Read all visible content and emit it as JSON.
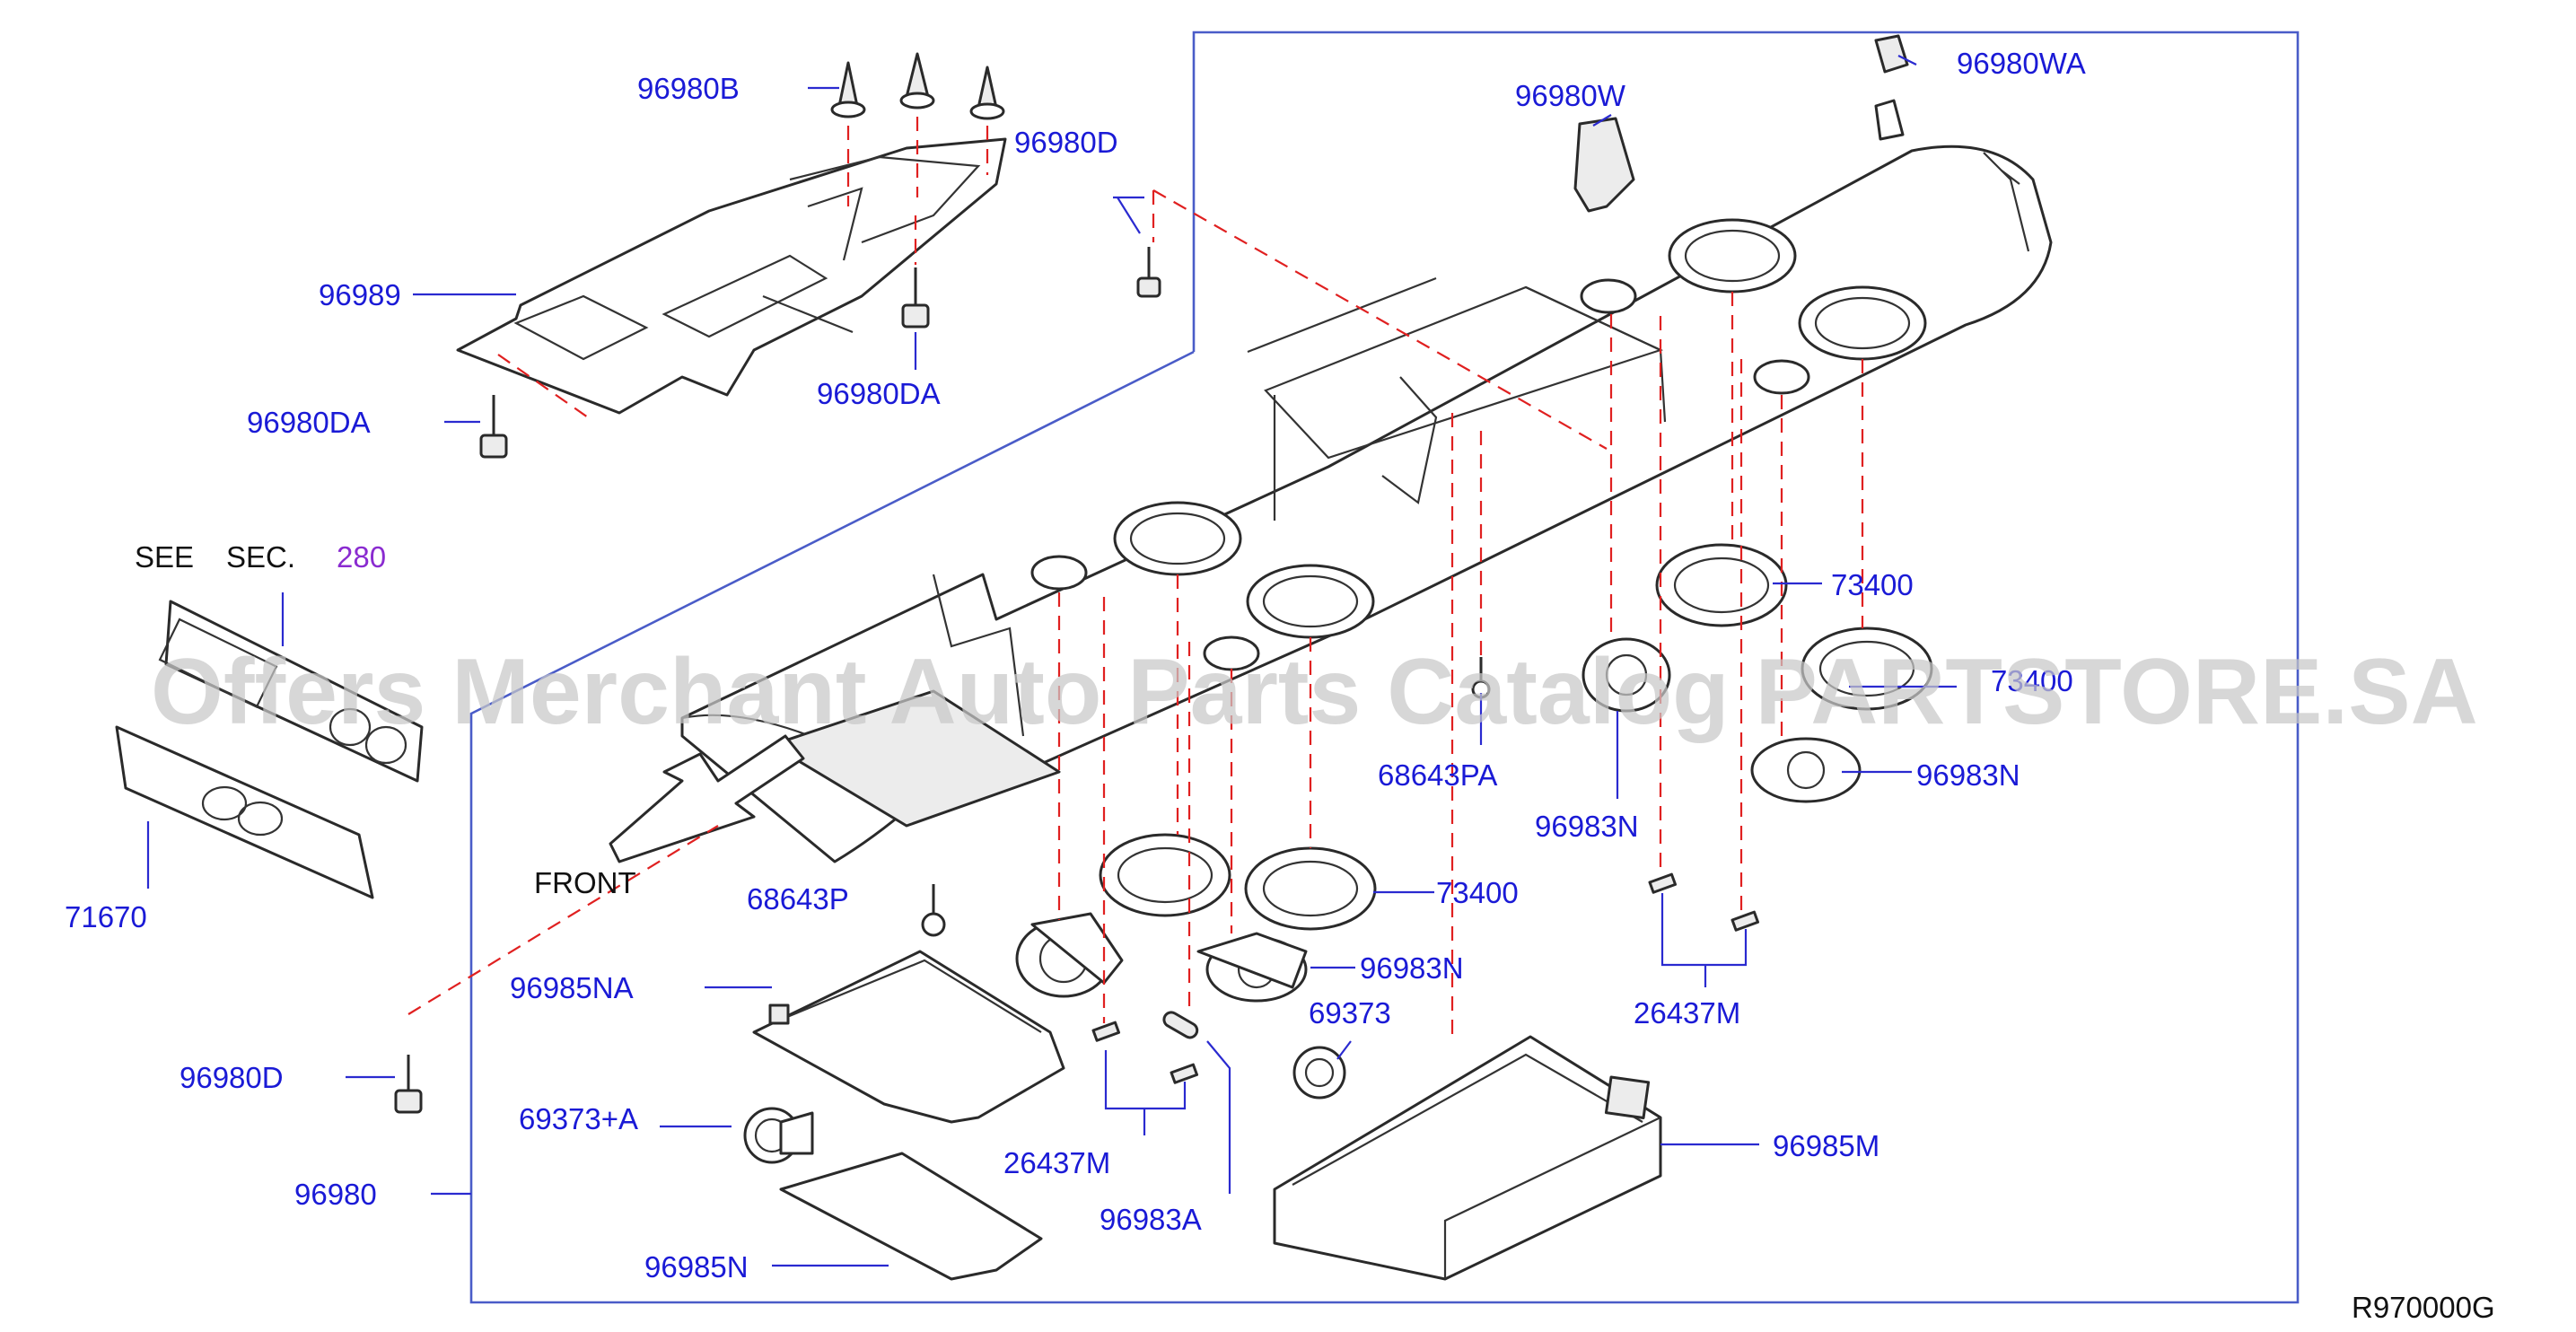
{
  "labels": {
    "p96980B": "96980B",
    "p96980D_top": "96980D",
    "p96980W": "96980W",
    "p96980WA": "96980WA",
    "p96989": "96989",
    "p96980DA_right": "96980DA",
    "p96980DA_left": "96980DA",
    "see": "SEE",
    "sec": "SEC.",
    "sec_num": "280",
    "p71670": "71670",
    "front": "FRONT",
    "p68643P": "68643P",
    "p96985NA": "96985NA",
    "p96980D_left": "96980D",
    "p69373A": "69373+A",
    "p96980": "96980",
    "p96985N": "96985N",
    "p26437M_bottom": "26437M",
    "p96983A": "96983A",
    "p69373": "69373",
    "p96983N_mid": "96983N",
    "p73400_mid": "73400",
    "p68643PA": "68643PA",
    "p96983N_center": "96983N",
    "p73400_upper": "73400",
    "p73400_lower": "73400",
    "p96983N_right": "96983N",
    "p26437M_right": "26437M",
    "p96985M": "96985M",
    "ref": "R970000G"
  },
  "watermark": "Offers Merchant Auto Parts Catalog PARTSTORE.SA",
  "colors": {
    "part_number": "#1a1ad6",
    "frame": "#4a5cc8",
    "dashed_guide": "#e02020",
    "section_number": "#8a2bd0",
    "watermark": "#c8c8c8"
  }
}
